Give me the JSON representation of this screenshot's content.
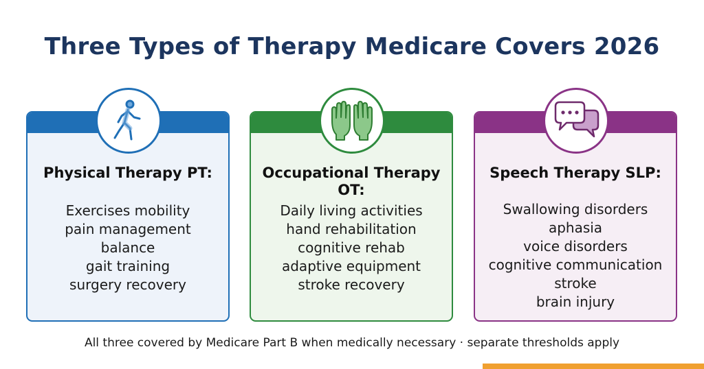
{
  "title": "Three Types of Therapy Medicare Covers 2026",
  "colors": {
    "title": "#1c355e",
    "pt": "#1f6fb6",
    "ot": "#2e8b3e",
    "slp": "#8a3386",
    "accent": "#f0a030"
  },
  "cards": [
    {
      "icon": "walking-person-icon",
      "heading": "Physical Therapy PT:",
      "items": [
        "Exercises mobility",
        "pain management",
        "balance",
        "gait training",
        "surgery recovery"
      ]
    },
    {
      "icon": "hands-icon",
      "heading": "Occupational Therapy OT:",
      "items": [
        "Daily living activities",
        "hand rehabilitation",
        "cognitive rehab",
        "adaptive equipment",
        "stroke recovery"
      ]
    },
    {
      "icon": "speech-bubbles-icon",
      "heading": "Speech Therapy SLP:",
      "items": [
        "Swallowing disorders",
        "aphasia",
        "voice disorders",
        "cognitive communication",
        "stroke",
        "brain injury"
      ]
    }
  ],
  "footnote": "All three covered by Medicare Part B when medically necessary · separate thresholds apply"
}
